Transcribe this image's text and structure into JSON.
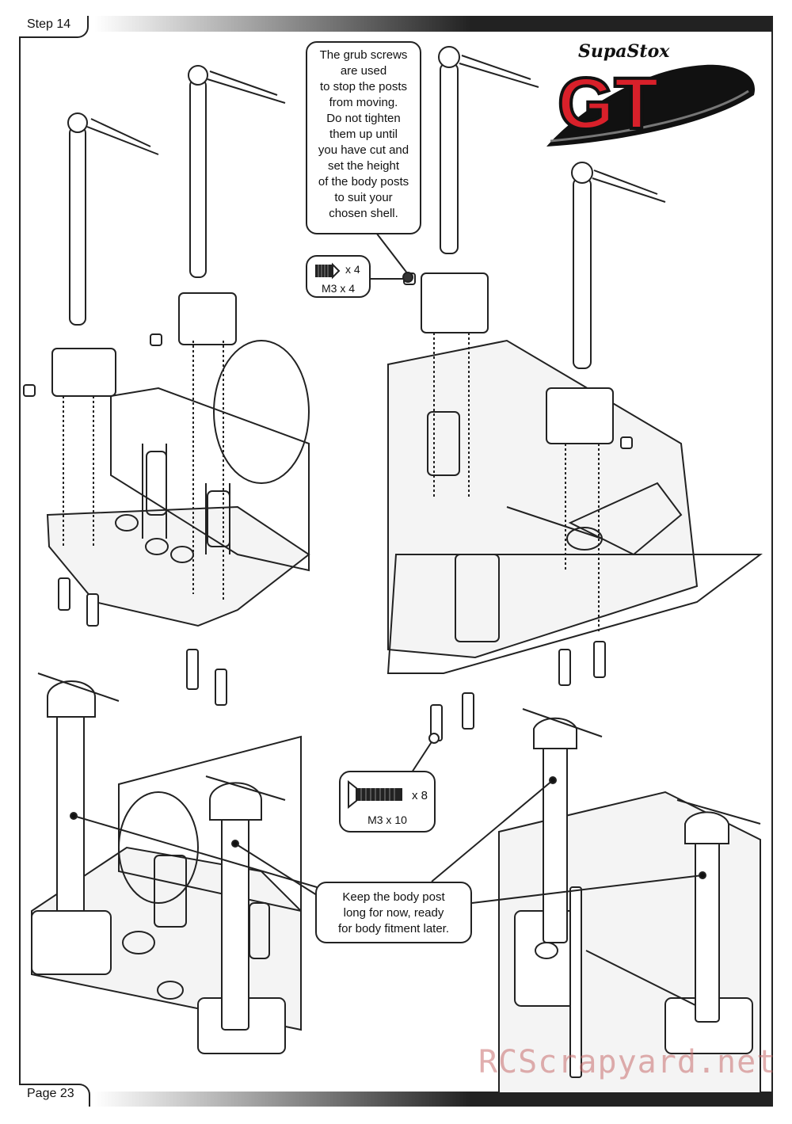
{
  "header": {
    "step_label": "Step 14"
  },
  "footer": {
    "page_label": "Page 23"
  },
  "callouts": {
    "grub_screw_note": [
      "The grub screws",
      "are used",
      "to stop the posts",
      "from moving.",
      "Do not tighten",
      "them up until",
      "you have cut and",
      "set the height",
      "of the body posts",
      "to suit your",
      "chosen shell."
    ],
    "body_post_note": [
      "Keep the body post",
      "long for now, ready",
      "for body fitment later."
    ]
  },
  "parts": [
    {
      "name": "grub-screw",
      "quantity": "x 4",
      "size": "M3 x 4"
    },
    {
      "name": "countersunk-screw",
      "quantity": "x 8",
      "size": "M3 x 10"
    }
  ],
  "logo": {
    "top_text": "SupaStox",
    "main_text": "GT",
    "colors": {
      "red": "#d8202a",
      "black": "#111111"
    }
  },
  "watermark": "RCScrapyard.net"
}
